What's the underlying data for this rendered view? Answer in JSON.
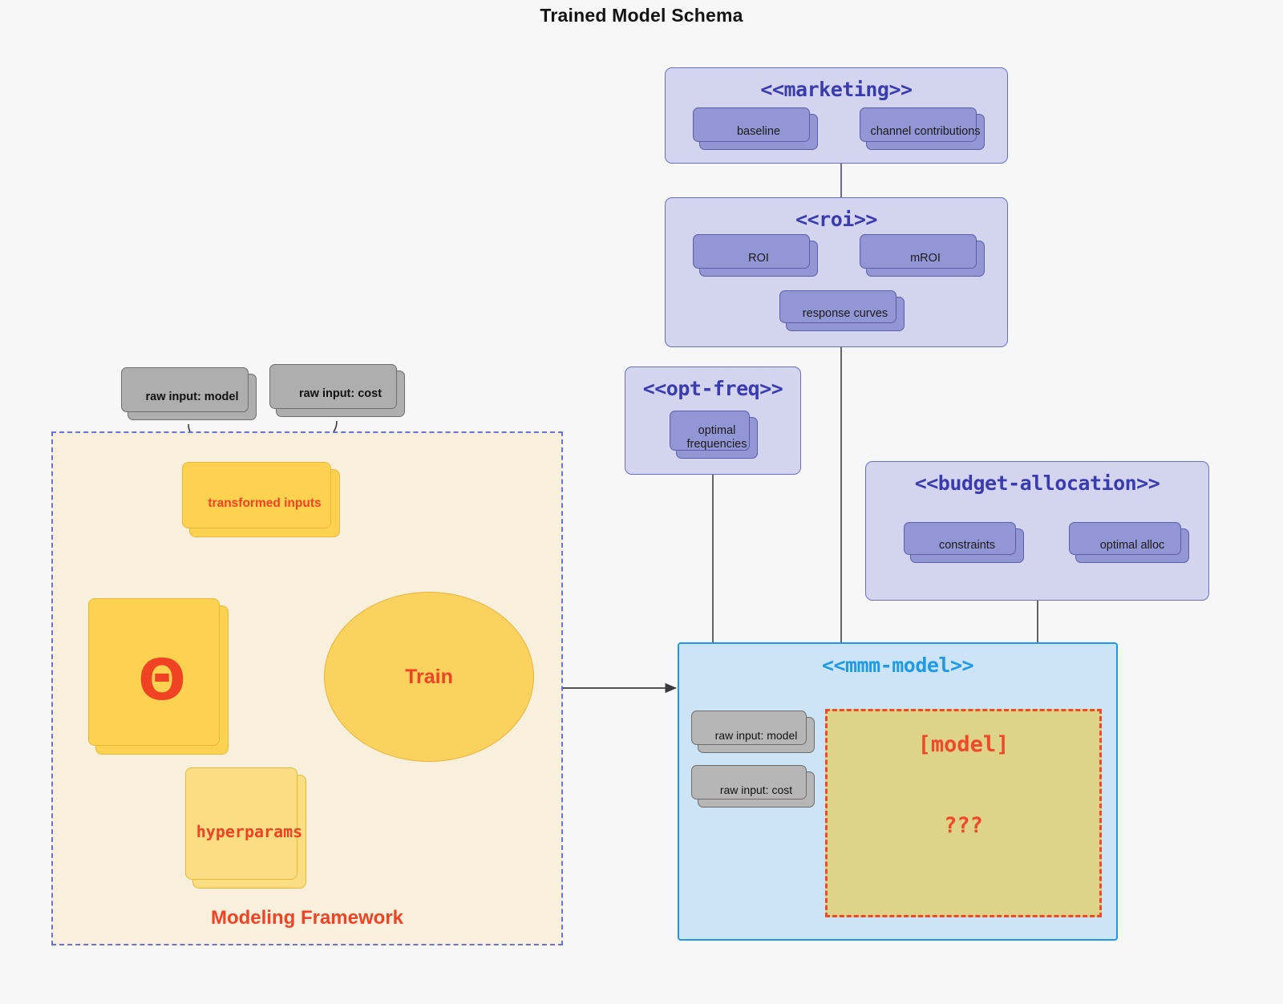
{
  "title": "Trained Model Schema",
  "colors": {
    "background": "#f7f7f7",
    "group_fill": "#d3d5ee",
    "group_border": "#6a6fc0",
    "card_fill": "#9296d4",
    "card_border": "#5b5fa8",
    "stereotype_text": "#3b3bb0",
    "mmm_fill": "#cde4f6",
    "mmm_border": "#1d9ae6",
    "mmm_text": "#1e9ae6",
    "framework_fill": "#f8f0dd",
    "framework_border": "#6a72da",
    "accent_red": "#ef4323",
    "yellow_card": "#fcd250",
    "yellow_card_light": "#fbde84",
    "ellipse_fill": "#fcd25f",
    "grey_card": "#aeaeae",
    "model_box_fill": "#ddd389",
    "model_box_border": "#f0492a"
  },
  "groups": {
    "marketing": {
      "stereotype": "<<marketing>>",
      "cards": [
        {
          "label": "baseline"
        },
        {
          "label": "channel contributions"
        }
      ]
    },
    "roi": {
      "stereotype": "<<roi>>",
      "cards": [
        {
          "label": "ROI"
        },
        {
          "label": "mROI"
        },
        {
          "label": "response curves"
        }
      ]
    },
    "opt_freq": {
      "stereotype": "<<opt-freq>>",
      "cards": [
        {
          "label": "optimal\nfrequencies",
          "line1": "optimal",
          "line2": "frequencies"
        }
      ]
    },
    "budget_allocation": {
      "stereotype": "<<budget-allocation>>",
      "cards": [
        {
          "label": "constraints"
        },
        {
          "label": "optimal alloc"
        }
      ]
    },
    "mmm_model": {
      "stereotype": "<<mmm-model>>",
      "inputs": [
        {
          "label": "raw input: model"
        },
        {
          "label": "raw input: cost"
        }
      ],
      "model_box": {
        "title": "[model]",
        "question": "???"
      }
    }
  },
  "framework": {
    "label": "Modeling Framework",
    "raw_inputs": [
      {
        "label": "raw input: model"
      },
      {
        "label": "raw input: cost"
      }
    ],
    "transformed_inputs": "transformed inputs",
    "theta": "Θ",
    "hyperparams": "hyperparams",
    "train": "Train"
  }
}
